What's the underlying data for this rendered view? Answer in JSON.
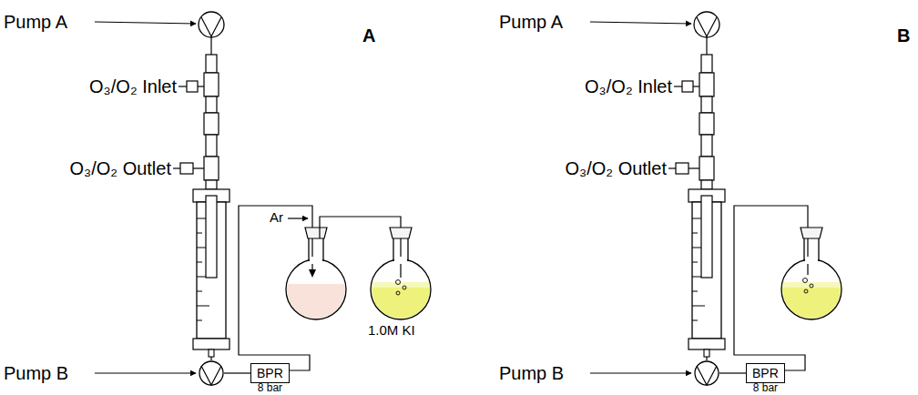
{
  "diagram": {
    "nodes": [
      {
        "text": [
          "Pump B"
        ]
      },
      {
        "text": [
          "BPR",
          "8 bar"
        ]
      },
      {
        "text": [
          "Pump B"
        ]
      },
      {
        "text": [
          "BPR",
          "8 bar"
        ]
      }
    ],
    "edges": [
      {
        "from": 0,
        "to": 1,
        "arrow": "none"
      },
      {
        "from": 2,
        "to": 3,
        "arrow": "none"
      }
    ],
    "labels": [
      "Pump A",
      "O₃/O₂ Inlet",
      "O₃/O₂ Outlet",
      "A",
      "Ar",
      "1.0M KI",
      "Pump A",
      "O₃/O₂ Inlet",
      "O₃/O₂ Outlet",
      "B"
    ]
  }
}
